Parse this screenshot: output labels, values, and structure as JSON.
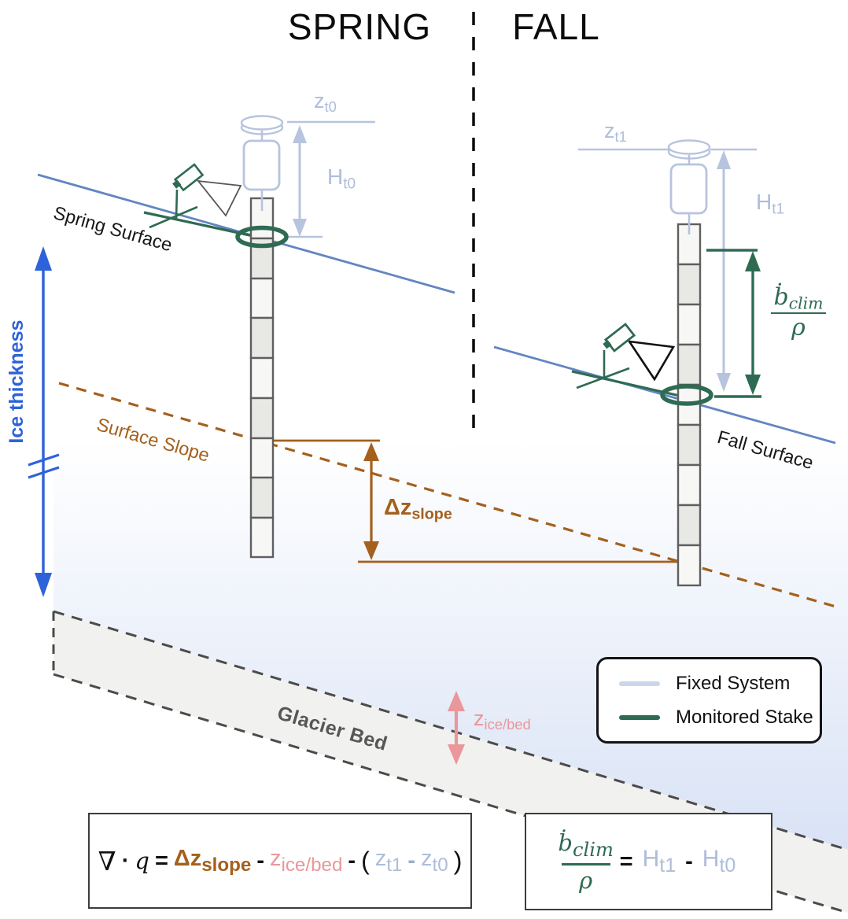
{
  "title": {
    "spring": "SPRING",
    "fall": "FALL"
  },
  "labels": {
    "spring_surface": "Spring Surface",
    "fall_surface": "Fall Surface",
    "ice_thickness": "Ice thickness",
    "surface_slope": "Surface Slope",
    "glacier_bed": "Glacier Bed",
    "z_t0": {
      "base": "z",
      "sub": "t0"
    },
    "h_t0": {
      "base": "H",
      "sub": "t0"
    },
    "z_t1": {
      "base": "z",
      "sub": "t1"
    },
    "h_t1": {
      "base": "H",
      "sub": "t1"
    },
    "dz_slope": {
      "base": "Δz",
      "sub": "slope"
    },
    "z_ice_bed": {
      "base": "z",
      "sub": "ice/bed"
    },
    "b_clim": {
      "numerator_base": "ḃ",
      "numerator_sub": "clim",
      "denominator": "ρ"
    }
  },
  "legend": {
    "items": [
      {
        "label": "Fixed System",
        "color": "#ccd6e9"
      },
      {
        "label": "Monitored Stake",
        "color": "#2e6b52"
      }
    ]
  },
  "formulas": {
    "flux": {
      "nabla": "∇",
      "cdot": "·",
      "q": "q",
      "equals": "=",
      "minus": "-",
      "open_paren": "(",
      "close_paren": ")"
    },
    "clim": {
      "equals": "=",
      "minus": "-"
    }
  },
  "colors": {
    "fixed_system": "#aebdda",
    "monitored_stake": "#2e6b52",
    "surface_line": "#6385c1",
    "ice_thickness_arrow": "#2e62d9",
    "surface_slope": "#a4601c",
    "ice_bed_offset": "#e9979b",
    "glacier_bed_text": "#575757"
  }
}
